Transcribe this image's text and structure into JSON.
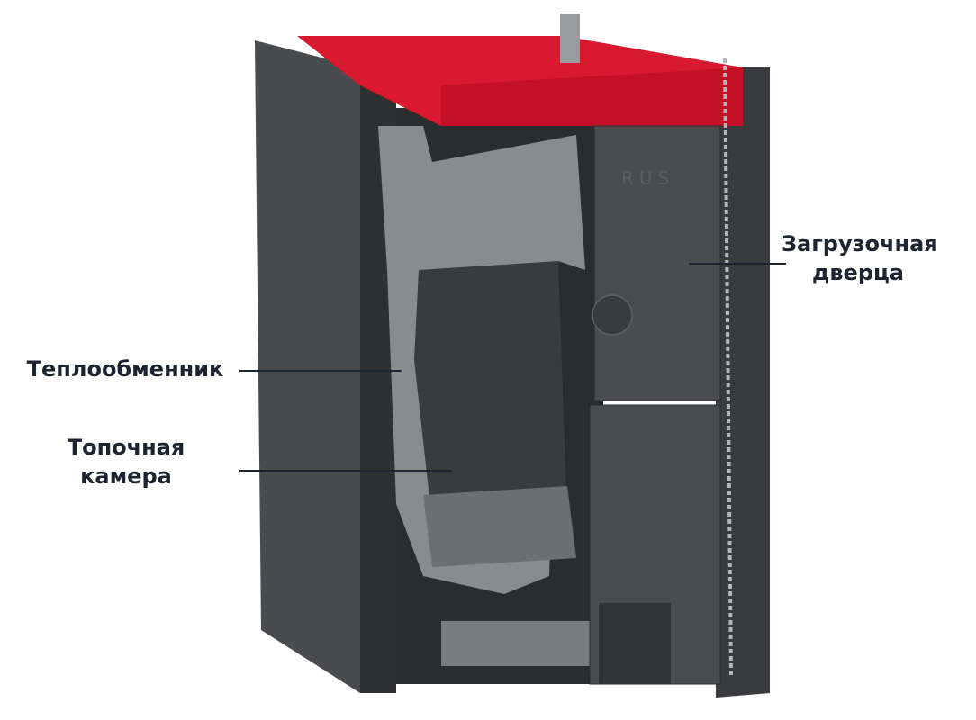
{
  "labels": {
    "loading_door_line1": "Загрузочная",
    "loading_door_line2": "дверца",
    "heat_exchanger": "Теплообменник",
    "combustion_chamber_line1": "Топочная",
    "combustion_chamber_line2": "камера"
  },
  "logo": {
    "door_text": "RUS"
  },
  "colors": {
    "top": "#d8192f",
    "casing": "#3e3f42",
    "text": "#1c2431"
  }
}
